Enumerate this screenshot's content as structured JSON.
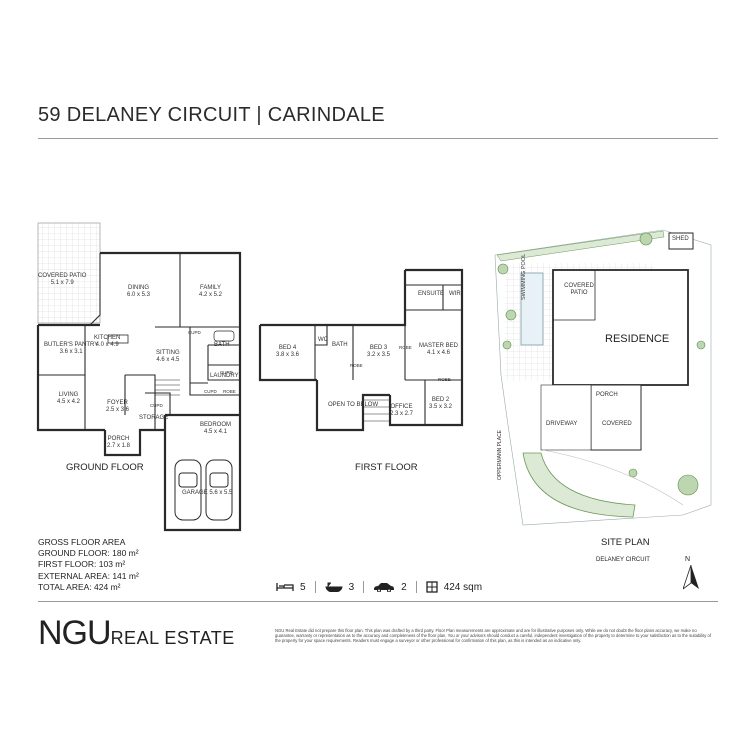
{
  "title": "59 DELANEY CIRCUIT | CARINDALE",
  "ground_floor": {
    "caption": "GROUND FLOOR",
    "rooms": [
      {
        "name": "COVERED PATIO",
        "size": "5.1 x 7.9"
      },
      {
        "name": "DINING",
        "size": "6.0 x 5.3"
      },
      {
        "name": "FAMILY",
        "size": "4.2 x 5.2"
      },
      {
        "name": "BUTLER'S PANTRY",
        "size": "3.6 x 3.1"
      },
      {
        "name": "KITCHEN",
        "size": "4.0 x 4.9"
      },
      {
        "name": "SITTING",
        "size": "4.6 x 4.5"
      },
      {
        "name": "BATH",
        "size": ""
      },
      {
        "name": "LAUNDRY",
        "size": ""
      },
      {
        "name": "LIVING",
        "size": "4.5 x 4.2"
      },
      {
        "name": "FOYER",
        "size": "2.5 x 3.6"
      },
      {
        "name": "STORAGE",
        "size": ""
      },
      {
        "name": "BEDROOM",
        "size": "4.5 x 4.1"
      },
      {
        "name": "PORCH",
        "size": "2.7 x 1.8"
      },
      {
        "name": "GARAGE",
        "size": "5.6 x 5.5"
      }
    ],
    "small_labels": [
      "CUPD",
      "ROBE",
      "CUPD",
      "CUPD",
      "CUPD"
    ]
  },
  "first_floor": {
    "caption": "FIRST FLOOR",
    "rooms": [
      {
        "name": "ENSUITE",
        "size": ""
      },
      {
        "name": "WIR",
        "size": ""
      },
      {
        "name": "BED 4",
        "size": "3.8 x 3.6"
      },
      {
        "name": "WC",
        "size": ""
      },
      {
        "name": "BATH",
        "size": ""
      },
      {
        "name": "BED 3",
        "size": "3.2 x 3.5"
      },
      {
        "name": "MASTER BED",
        "size": "4.1 x 4.6"
      },
      {
        "name": "OPEN TO BELOW",
        "size": ""
      },
      {
        "name": "OFFICE",
        "size": "2.3 x 2.7"
      },
      {
        "name": "BED 2",
        "size": "3.5 x 3.2"
      }
    ],
    "small_labels": [
      "ROBE",
      "ROBE",
      "ROBE"
    ]
  },
  "site_plan": {
    "caption": "SITE PLAN",
    "labels": {
      "shed": "SHED",
      "covered_patio": "COVERED PATIO",
      "swimming_pool": "SWIMMING POOL",
      "residence": "RESIDENCE",
      "porch": "PORCH",
      "driveway": "DRIVEWAY",
      "covered": "COVERED",
      "street_side": "OPPERMANN PLACE",
      "street_front": "DELANEY CIRCUIT",
      "north": "N"
    }
  },
  "areas": {
    "heading": "GROSS FLOOR AREA",
    "ground": "GROUND FLOOR: 180 m²",
    "first": "FIRST FLOOR: 103 m²",
    "external": "EXTERNAL AREA: 141 m²",
    "total": "TOTAL AREA: 424 m²"
  },
  "summary": {
    "bedrooms": "5",
    "bathrooms": "3",
    "cars": "2",
    "area": "424 sqm"
  },
  "brand": {
    "name": "NGU",
    "sub": "REAL ESTATE"
  },
  "disclaimer": "NGU Real Estate did not prepare this floor plan. This plan was drafted by a third party. Floor Plan measurements are approximate and are for illustrative purposes only. While we do not doubt the floor plans accuracy, we make no guarantee, warranty or representation as to the accuracy and completeness of the floor plan. You or your advisors should conduct a careful, independent investigation of the property to determine to your satisfaction as to the suitability of the property for your space requirements. Readers must engage a surveyor or other professional for confirmation of this plan, as this is intended as an indicative only.",
  "colors": {
    "wall": "#2a2a2a",
    "grass": "#dce9d5",
    "grass_dark": "#6c9a5c",
    "rule": "#9a9a9a"
  }
}
